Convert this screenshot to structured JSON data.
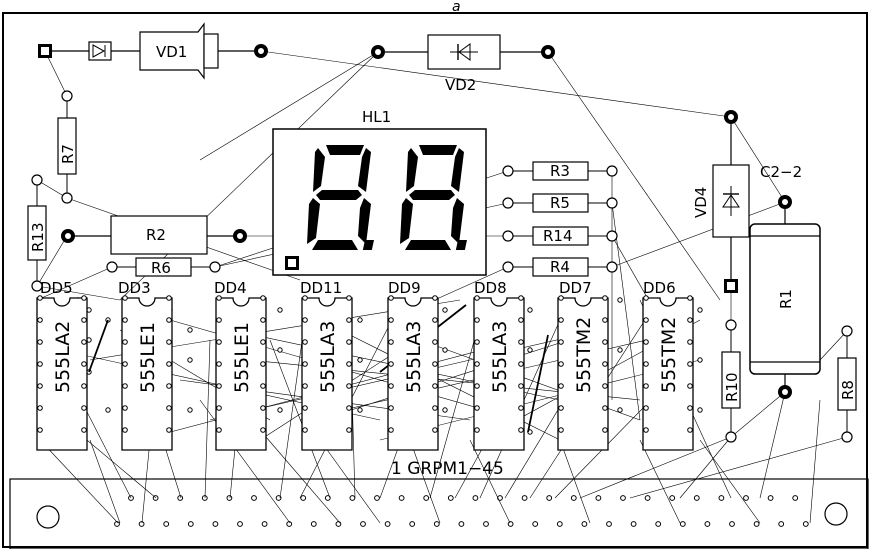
{
  "caption": "a",
  "board_label": "1 GRPM1−45",
  "display": {
    "ref": "HL1",
    "digits": [
      "8",
      "8"
    ],
    "decimal_points": [
      ".",
      "."
    ]
  },
  "diodes": [
    {
      "ref": "VD1"
    },
    {
      "ref": "VD2"
    },
    {
      "ref": "VD4"
    }
  ],
  "capacitor": {
    "ref": "C2−2"
  },
  "resistors": [
    {
      "ref": "R1"
    },
    {
      "ref": "R2"
    },
    {
      "ref": "R3"
    },
    {
      "ref": "R4"
    },
    {
      "ref": "R5"
    },
    {
      "ref": "R6"
    },
    {
      "ref": "R7"
    },
    {
      "ref": "R8"
    },
    {
      "ref": "R10"
    },
    {
      "ref": "R13"
    },
    {
      "ref": "R14"
    }
  ],
  "chips": [
    {
      "ref": "DD5",
      "part": "555LA2"
    },
    {
      "ref": "DD3",
      "part": "555LE1"
    },
    {
      "ref": "DD4",
      "part": "555LE1"
    },
    {
      "ref": "DD11",
      "part": "555LA3"
    },
    {
      "ref": "DD9",
      "part": "555LA3"
    },
    {
      "ref": "DD8",
      "part": "555LA3"
    },
    {
      "ref": "DD7",
      "part": "555TM2"
    },
    {
      "ref": "DD6",
      "part": "555TM2"
    }
  ]
}
